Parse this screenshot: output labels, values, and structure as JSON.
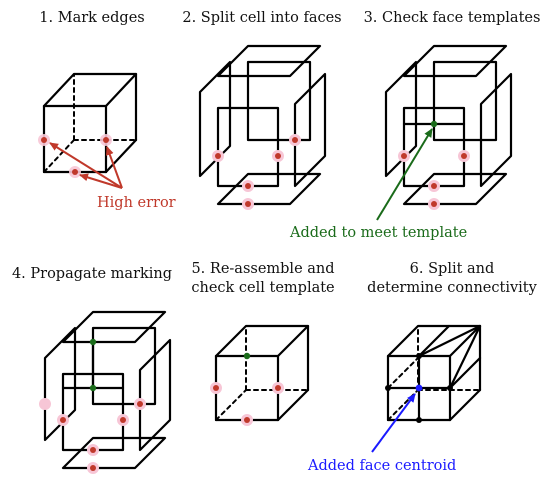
{
  "panels": [
    {
      "title": "1. Mark edges"
    },
    {
      "title": "2. Split cell into faces"
    },
    {
      "title": "3. Check face templates"
    },
    {
      "title_line1": "4. Propagate marking"
    },
    {
      "title_line1": "5. Re-assemble and",
      "title_line2": "check cell template"
    },
    {
      "title_line1": "6. Split and",
      "title_line2": "determine connectivity"
    }
  ],
  "annotations": {
    "high_error": "High error",
    "added_template": "Added to meet template",
    "added_centroid": "Added face centroid"
  },
  "colors": {
    "edge": "#000000",
    "high_error_marker": "#c0392b",
    "high_error_text": "#c0392b",
    "template_marker": "#1a6b1a",
    "template_text": "#1a6b1a",
    "centroid_marker": "#1a1aff",
    "centroid_text": "#1a1aff",
    "highlight_glow": "#f7c6d6"
  }
}
